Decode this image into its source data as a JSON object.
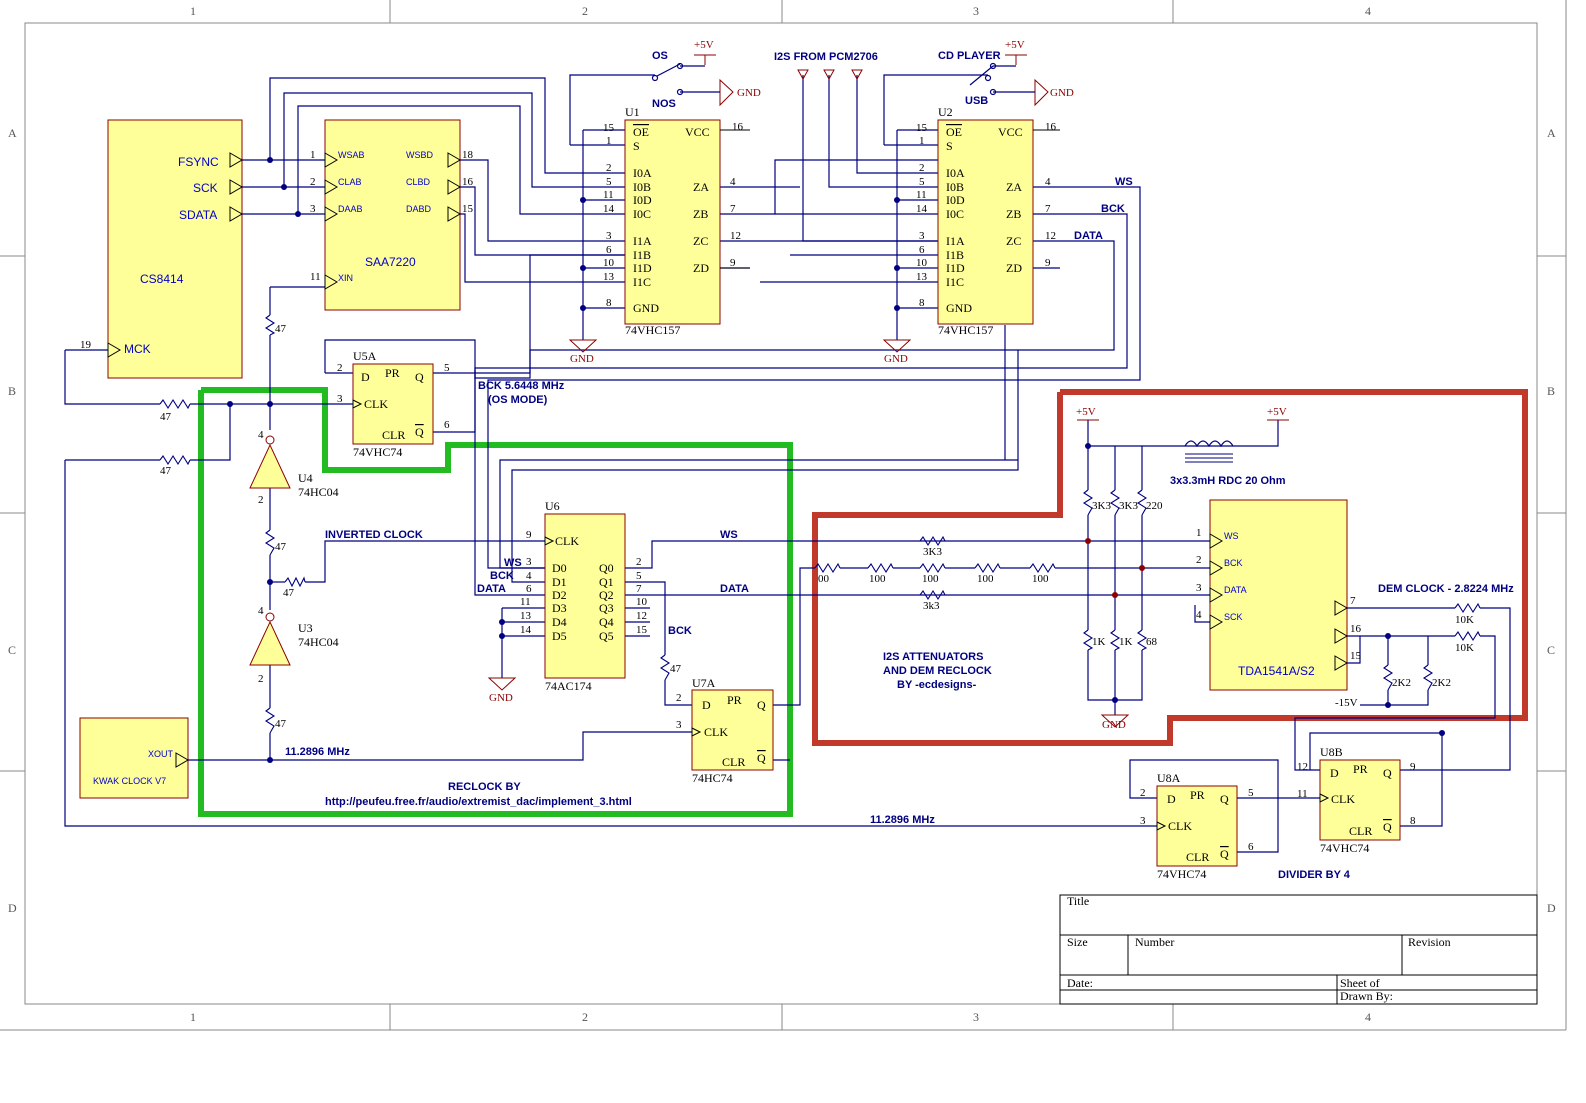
{
  "grid": {
    "cols": [
      "1",
      "2",
      "3",
      "4"
    ],
    "rows": [
      "A",
      "B",
      "C",
      "D"
    ]
  },
  "chips": {
    "cs8414": {
      "name": "CS8414",
      "pins": [
        "FSYNC",
        "SCK",
        "SDATA",
        "MCK"
      ],
      "nums": [
        "19"
      ]
    },
    "saa7220": {
      "name": "SAA7220",
      "pins_left": [
        "WSAB",
        "CLAB",
        "DAAB",
        "XIN"
      ],
      "pins_right": [
        "WSBD",
        "CLBD",
        "DABD"
      ],
      "nums_left": [
        "1",
        "2",
        "3",
        "11"
      ],
      "nums_right": [
        "18",
        "16",
        "15"
      ]
    },
    "u1": {
      "ref": "U1",
      "part": "74VHC157",
      "left": [
        "OE",
        "S",
        "I0A",
        "I0B",
        "I0D",
        "I0C",
        "I1A",
        "I1B",
        "I1D",
        "I1C",
        "GND"
      ],
      "right": [
        "VCC",
        "ZA",
        "ZB",
        "ZC",
        "ZD"
      ],
      "lnums": [
        "15",
        "1",
        "2",
        "5",
        "11",
        "14",
        "3",
        "6",
        "10",
        "13",
        "8"
      ],
      "rnums": [
        "16",
        "4",
        "7",
        "12",
        "9"
      ]
    },
    "u2": {
      "ref": "U2",
      "part": "74VHC157"
    },
    "u5a": {
      "ref": "U5A",
      "part": "74VHC74",
      "pins": [
        "D",
        "PR",
        "Q",
        "CLK",
        "CLR",
        "Q"
      ],
      "nums": [
        "2",
        "5",
        "3",
        "6"
      ]
    },
    "u6": {
      "ref": "U6",
      "part": "74AC174",
      "left": [
        "CLK",
        "D0",
        "D1",
        "D2",
        "D3",
        "D4",
        "D5"
      ],
      "right": [
        "Q0",
        "Q1",
        "Q2",
        "Q3",
        "Q4",
        "Q5"
      ],
      "lnums": [
        "9",
        "3",
        "4",
        "6",
        "11",
        "13",
        "14"
      ],
      "rnums": [
        "2",
        "5",
        "7",
        "10",
        "12",
        "15"
      ]
    },
    "u7a": {
      "ref": "U7A",
      "part": "74HC74",
      "nums": [
        "2",
        "3"
      ]
    },
    "u4": {
      "ref": "U4",
      "part": "74HC04",
      "nums": [
        "4",
        "2"
      ]
    },
    "u3": {
      "ref": "U3",
      "part": "74HC04",
      "nums": [
        "4",
        "2"
      ]
    },
    "kwak": {
      "name": "KWAK CLOCK V7",
      "pin": "XOUT"
    },
    "tda": {
      "name": "TDA1541A/S2",
      "pins": [
        "WS",
        "BCK",
        "DATA",
        "SCK"
      ],
      "nums": [
        "1",
        "2",
        "3",
        "4",
        "7",
        "16",
        "15"
      ]
    },
    "u8a": {
      "ref": "U8A",
      "part": "74VHC74",
      "nums": [
        "2",
        "5",
        "3",
        "6"
      ]
    },
    "u8b": {
      "ref": "U8B",
      "part": "74VHC74",
      "nums": [
        "12",
        "9",
        "11",
        "8"
      ]
    }
  },
  "labels": {
    "os": "OS",
    "nos": "NOS",
    "cd_player": "CD PLAYER",
    "usb": "USB",
    "i2s_from": "I2S FROM PCM2706",
    "plus5v": "+5V",
    "gnd": "GND",
    "ws": "WS",
    "bck": "BCK",
    "data": "DATA",
    "bck_freq": "BCK  5.6448 MHz",
    "os_mode": "(OS MODE)",
    "inverted_clock": "INVERTED CLOCK",
    "clk_11": "11.2896 MHz",
    "clk_11b": "11.2896 MHz",
    "reclock_by": "RECLOCK BY",
    "reclock_url": "http://peufeu.free.fr/audio/extremist_dac/implement_3.html",
    "attenuators1": "I2S ATTENUATORS",
    "attenuators2": "AND DEM RECLOCK",
    "attenuators3": "BY -ecdesigns-",
    "inductor": "3x3.3mH   RDC 20 Ohm",
    "dem_clock": "DEM CLOCK - 2.8224 MHz",
    "divider": "DIVIDER BY 4",
    "minus15v": "-15V"
  },
  "resistors": {
    "r47": "47",
    "r3k3": "3K3",
    "r3k3_lower": "3k3",
    "r100": "100",
    "r00": "00",
    "r220": "220",
    "r1k": "1K",
    "r68": "68",
    "r10k": "10K",
    "r2k2": "2K2"
  },
  "title_block": {
    "title": "Title",
    "size": "Size",
    "number": "Number",
    "revision": "Revision",
    "date": "Date:",
    "sheet": "Sheet    of",
    "drawn_by": "Drawn By:"
  },
  "colors": {
    "green_box": "#22bb22",
    "red_box": "#c0392b",
    "chip_fill": "#ffff99",
    "wire": "#000080"
  }
}
